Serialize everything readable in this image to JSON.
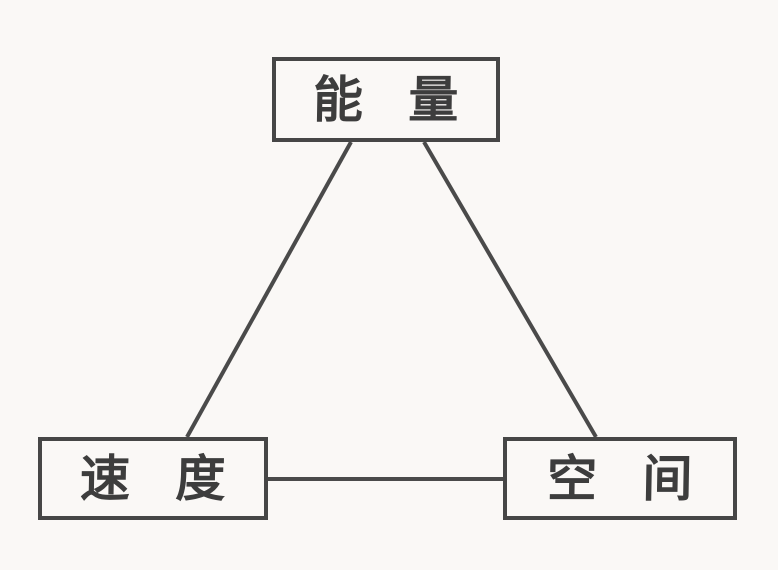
{
  "diagram": {
    "title": "energy-speed-space triangle diagram",
    "background_color": "#faf8f6",
    "stroke_color": "#4a4a4a",
    "text_color": "#3d3d3d",
    "nodes": [
      {
        "id": "energy",
        "label": "能 量",
        "position": "top-center"
      },
      {
        "id": "speed",
        "label": "速 度",
        "position": "bottom-left"
      },
      {
        "id": "space",
        "label": "空 间",
        "position": "bottom-right"
      }
    ],
    "edges": [
      {
        "from": "energy",
        "to": "speed"
      },
      {
        "from": "energy",
        "to": "space"
      },
      {
        "from": "speed",
        "to": "space"
      }
    ]
  }
}
